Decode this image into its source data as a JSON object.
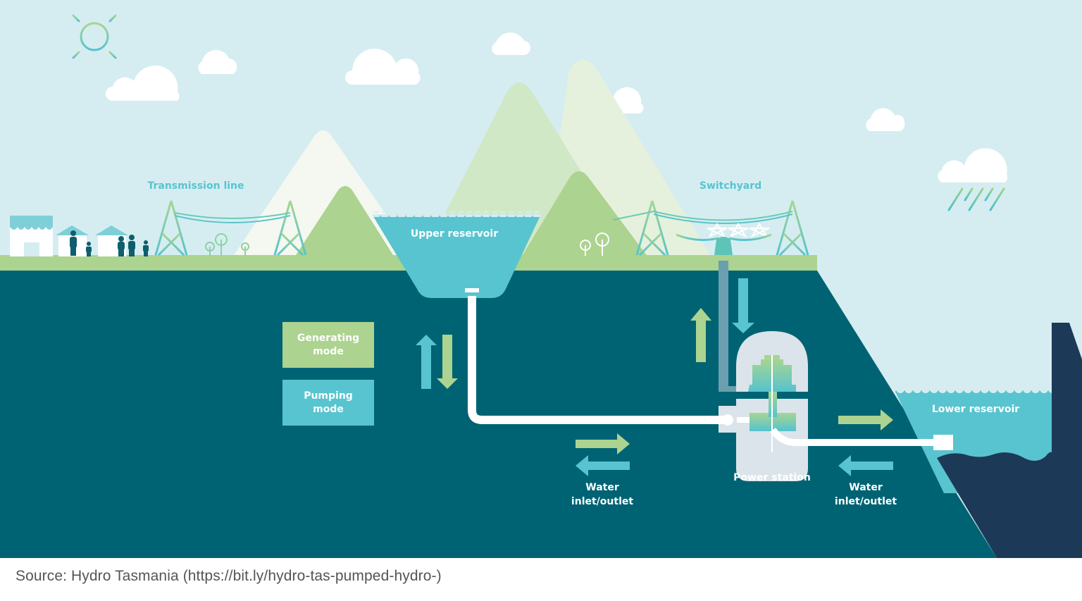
{
  "diagram": {
    "title": "Pumped hydro energy storage",
    "labels": {
      "transmission_line": "Transmission line",
      "switchyard": "Switchyard",
      "upper_reservoir": "Upper reservoir",
      "lower_reservoir": "Lower reservoir",
      "power_station": "Power station",
      "water_inlet_outlet_left_1": "Water",
      "water_inlet_outlet_left_2": "inlet/outlet",
      "water_inlet_outlet_right_1": "Water",
      "water_inlet_outlet_right_2": "inlet/outlet"
    },
    "legend": [
      {
        "key": "generating",
        "line1": "Generating",
        "line2": "mode",
        "color": "#acd38f"
      },
      {
        "key": "pumping",
        "line1": "Pumping",
        "line2": "mode",
        "color": "#58c4cf"
      }
    ],
    "icons": [
      "sun-icon",
      "cloud-icon",
      "rain-cloud-icon",
      "transmission-tower-icon",
      "house-icon",
      "shop-icon",
      "person-icon",
      "tree-icon",
      "dam-icon"
    ],
    "colors": {
      "sky": "#d5edf1",
      "ground": "#006373",
      "grass": "#acd38f",
      "water": "#58c4cf",
      "generating": "#acd38f",
      "pumping": "#58c4cf",
      "dam": "#1c3a57",
      "pipe": "#ffffff",
      "station": "#dbe4ea"
    }
  },
  "caption": "Source: Hydro Tasmania (https://bit.ly/hydro-tas-pumped-hydro-)"
}
